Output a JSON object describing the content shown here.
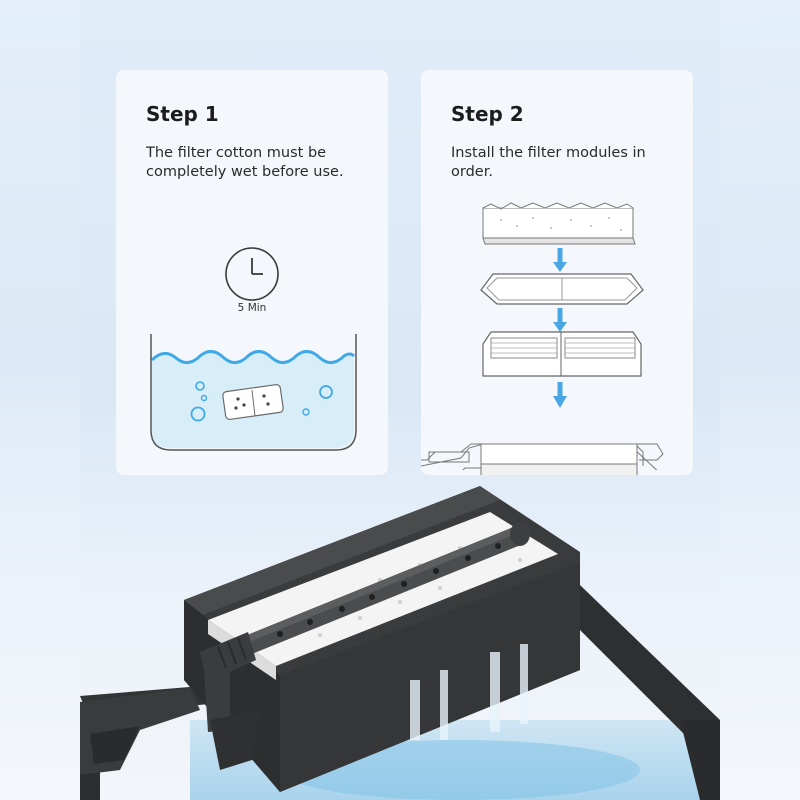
{
  "step1": {
    "title": "Step 1",
    "description": "The filter cotton must be completely wet before use.",
    "timer_label": "5 Min"
  },
  "step2": {
    "title": "Step 2",
    "description": "Install the filter modules in order."
  },
  "colors": {
    "background": "#dce9f6",
    "card": "#f4f8fc",
    "water": "#d6ecf8",
    "wave_stroke": "#3fa9e8",
    "arrow": "#4aa6e2",
    "filter_body": "#3a3b3d"
  }
}
